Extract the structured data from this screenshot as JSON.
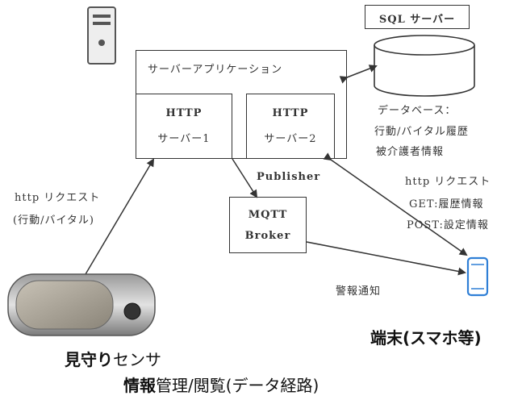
{
  "sql_server": {
    "title": "SQL サーバー"
  },
  "database": {
    "line1": "データベース：",
    "line2": "行動/バイタル履歴",
    "line3": "被介護者情報"
  },
  "server_app": {
    "title": "サーバーアプリケーション"
  },
  "http_server_1": {
    "line1": "HTTP",
    "line2": "サーバー1"
  },
  "http_server_2": {
    "line1": "HTTP",
    "line2": "サーバー2"
  },
  "publisher_label": "Publisher",
  "mqtt_broker": {
    "line1": "MQTT",
    "line2": "Broker"
  },
  "sensor_request": {
    "line1": "http リクエスト",
    "line2": "(行動/バイタル)"
  },
  "terminal_request": {
    "line1": "http リクエスト",
    "line2": "GET:履歴情報",
    "line3": "POST:設定情報"
  },
  "alert_label": "警報通知",
  "terminal_caption": "端末(スマホ等)",
  "sensor_caption": {
    "bold": "見守り",
    "rest": "センサ"
  },
  "footer_caption": {
    "bold": "情報",
    "rest": "管理/閲覧(データ経路)"
  }
}
